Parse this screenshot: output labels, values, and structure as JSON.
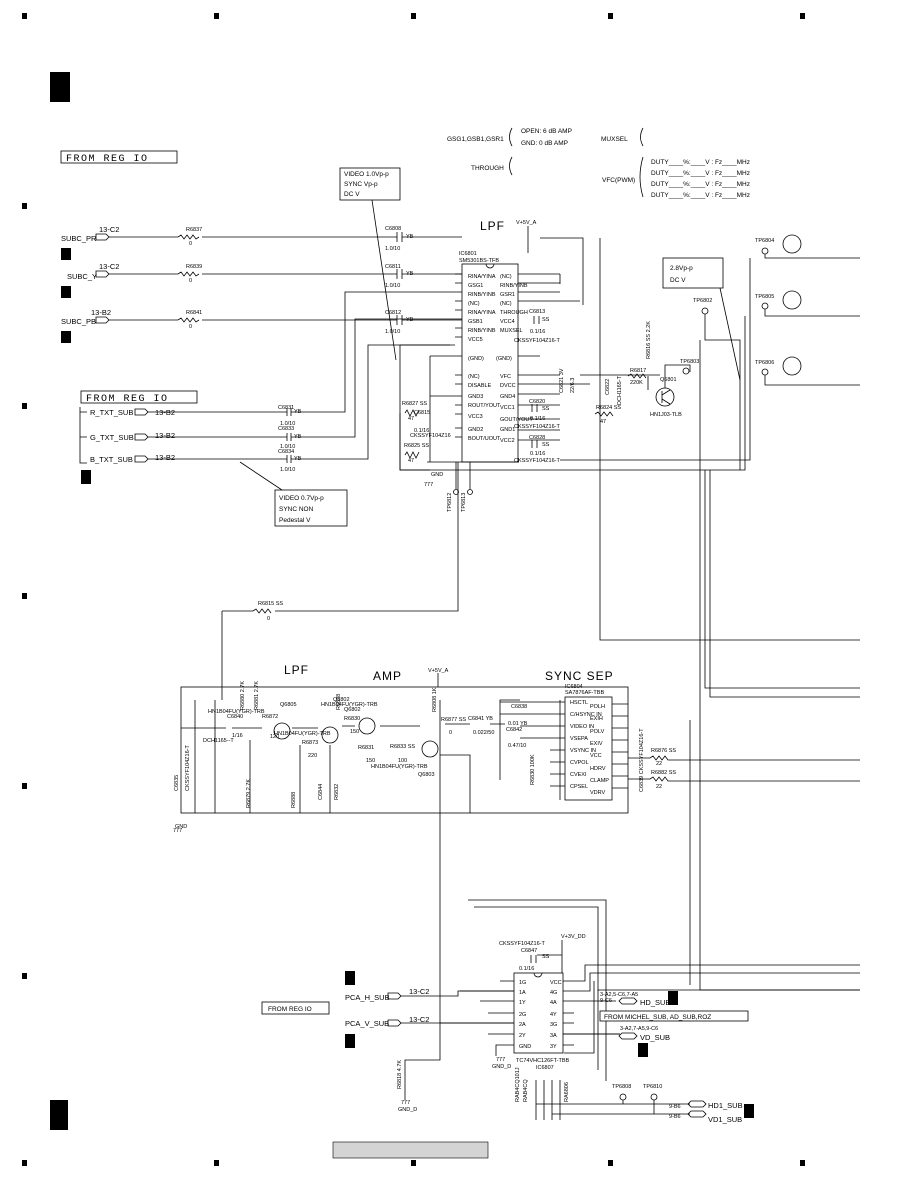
{
  "labels": {
    "from_reg_io": "FROM REG IO",
    "from_reg_io_small": "FROM REG IO",
    "lpf": "LPF",
    "amp": "AMP",
    "sync_sep": "SYNC SEP",
    "gnd": "GND",
    "gnd_sym": "777"
  },
  "notes": {
    "gsg": "GSG1,GSB1,GSR1",
    "open": "OPEN: 6 dB AMP",
    "gnd": "GND:  0 dB AMP",
    "muxsel": "MUXSEL",
    "through": "THROUGH",
    "vfc": "VFC(PWM)",
    "duty": "DUTY____%:____V : Fz____MHz",
    "video1_a": "VIDEO  1.0Vp-p",
    "video1_b": "SYNC      Vp-p",
    "video1_c": "DC          V",
    "video2_a": "VIDEO  0.7Vp-p",
    "video2_b": "SYNC      NON",
    "video2_c": "Pedestal    V",
    "vfc_a": "2.8Vp-p",
    "vfc_b": "DC    V"
  },
  "rails": {
    "v5a": "V+5V_A",
    "v3dd": "V+3V_DD",
    "gnd_sym": "777",
    "gnd_d": "GND_D"
  },
  "inputs": [
    {
      "name": "SUBC_PR",
      "ref": "13-C2",
      "res": "R6837",
      "resval": "0"
    },
    {
      "name": "SUBC_Y",
      "ref": "13-C2",
      "res": "R6839",
      "resval": "0"
    },
    {
      "name": "SUBC_PB",
      "ref": "13-B2",
      "res": "R6841",
      "resval": "0"
    }
  ],
  "caps": [
    {
      "ref": "C6808",
      "type": "YB",
      "val": "1.0/10"
    },
    {
      "ref": "C6811",
      "type": "YB",
      "val": "1.0/10"
    },
    {
      "ref": "C6812",
      "type": "YB",
      "val": "1.0/10"
    }
  ],
  "ic6801": {
    "ref": "IC6801",
    "part": "SM5301BS-TFB",
    "pins": [
      "RINA/YINA",
      "GSG1",
      "RINB/YINB",
      "(NC)",
      "RINA/YINA",
      "GSB1",
      "RINB/YINB",
      "VCC5",
      "(GND)",
      "(NC)",
      "DISABLE",
      "GND3",
      "ROUT/YOUT",
      "VCC3",
      "GND2",
      "BOUT/UOUT"
    ],
    "rpins": [
      "(NC)",
      "RINB/YINB",
      "GSR1",
      "(NC)",
      "THROUGH",
      "VCC4",
      "MUXSEL",
      "",
      "(GND)",
      "VFC",
      "DVCC",
      "GND4",
      "VCC1",
      "GOUT/YOUT",
      "GND1",
      "VCC2"
    ]
  },
  "dcaps": [
    {
      "ref": "C6813",
      "type": "SS",
      "val": "0.1/16",
      "part": "CKSSYF104Z16-T"
    },
    {
      "ref": "C6820",
      "type": "SS",
      "val": "0.1/16",
      "part": "CKSSYF104Z16-T"
    },
    {
      "ref": "C6828",
      "type": "SS",
      "val": "0.1/16",
      "part": "CKSSYF104Z16-T"
    }
  ],
  "vfc": {
    "c1": "C6821 3V",
    "c2": "22/6.3",
    "c3": "C6822",
    "c4": "DCH1165-T",
    "r6824": "R6824 SS",
    "r6824v": "47",
    "r6817": "R6817",
    "r6817v": "220K",
    "r6816": "R6816 SS 2.2K",
    "q": "Q6801",
    "qpart": "HN1J03-TLB"
  },
  "testpoints": {
    "tp6802": "TP6802",
    "tp6803": "TP6803",
    "tp6804": "TP6804",
    "tp6805": "TP6805",
    "tp6806": "TP6806",
    "tp6808": "TP6808",
    "tp6810": "TP6810",
    "tp6812": "TP6812",
    "tp6813": "TP6813"
  },
  "txt": [
    {
      "name": "R_TXT_SUB",
      "ref": "13-B2",
      "cap": "C6831",
      "capt": "YB",
      "capv": "1.0/10"
    },
    {
      "name": "G_TXT_SUB",
      "ref": "13-B2",
      "cap": "C6833",
      "capt": "YB",
      "capv": "1.0/10"
    },
    {
      "name": "B_TXT_SUB",
      "ref": "13-B2",
      "cap": "C6834",
      "capt": "YB",
      "capv": "1.0/10"
    }
  ],
  "lp": {
    "r6827": "R6827 SS",
    "r6827v": "47",
    "c6815": "C6815",
    "c6815v": "0.1/16",
    "cpart": "CKSSYF104Z16",
    "r6825": "R6825 SS",
    "r6825v": "47"
  },
  "lower": {
    "r6815": "R6815 SS",
    "r6815v": "0",
    "q6805": "Q6805",
    "q6805p": "HN1B04FU(YGR)-TRB",
    "q6802": "Q6802",
    "q6802p": "HN1B04FU(YGR)-TRB",
    "q6802b": "HN1B04FU(YGR)-TRB",
    "q6802c": "Q6802",
    "q6803p": "HN1B04FU(YGR)-TRB",
    "q6803": "Q6803",
    "c6840": "C6840",
    "c6840v": "1/16",
    "dch": "DCH1165--T",
    "r6872": "R6872",
    "r6872v": "120",
    "r6873": "R6873",
    "r6873v": "220",
    "r6830": "R6830",
    "r6830v": "150",
    "r6831": "R6831",
    "r6831v": "150",
    "r6833": "R6833 SS",
    "r6833v": "100",
    "r6877": "R6877 SS",
    "r6877v": "0",
    "c6841": "C6841 YB",
    "c6841v": "0.022/50",
    "c6838": "C6838",
    "c6838v": "0.01 YB",
    "c6842": "C6842",
    "c6842v": "0.47/10",
    "c6835": "C6835",
    "c6835v": "CKSSYF104Z16-T",
    "r6880": "R6880 2.7K",
    "r6881": "R6881 2.7K",
    "r6879": "R6879 2.7K",
    "r6888": "R6888",
    "c6844": "C6844",
    "r6832": "R6832",
    "r6828": "R6828",
    "r6808": "R6808 1K",
    "r6830b": "R6830 100K",
    "c6839": "C6839 CKSSYF104Z16-T",
    "r6876": "R6876 SS",
    "r6876v": "22",
    "r6882": "R6882 SS",
    "r6882v": "22",
    "c6847part": "CKSSYF104Z16-T",
    "c6847": "C6847",
    "c6847t": "SS",
    "c6847v": "0.1/16",
    "r6818": "R6818 4.7K"
  },
  "ic6804": {
    "ref": "IC6804",
    "part": "SA7876AF-TBB",
    "l": [
      "HSCTL",
      "C/HSYNC IN",
      "VIDEO IN",
      "VSEPA",
      "VSYNC IN",
      "CVPOL",
      "CVEXI",
      "CPSEL"
    ],
    "r": [
      "POLH",
      "EXIH",
      "POLV",
      "EXIV",
      "VCC",
      "HDRV",
      "CLAMP",
      "VDRV"
    ]
  },
  "ic6807": {
    "ref": "IC6807",
    "part": "TC74VHC126FT-TBB",
    "l": [
      "1G",
      "1A",
      "1Y",
      "2G",
      "2A",
      "2Y",
      "GND"
    ],
    "r": [
      "VCC",
      "4G",
      "4A",
      "4Y",
      "3G",
      "3A",
      "3Y"
    ],
    "arr1": "RAB4CQ101J",
    "arr2": "RAB4CQ",
    "arr3": "RA6806"
  },
  "pca": [
    {
      "name": "PCA_H_SUB",
      "ref": "13-C2"
    },
    {
      "name": "PCA_V_SUB",
      "ref": "13-C2"
    }
  ],
  "outputs": {
    "hd_ref1": "3-A2,5-C6,7-A5",
    "hd_ref2": "9-C6",
    "hd": "HD_SUB",
    "note": "FROM MICHEL_SUB, AD_SUB,ROZ",
    "vd_ref": "3-A2,7-A5,9-C6",
    "vd": "VD_SUB",
    "hd1_ref": "9-B6",
    "vd1_ref": "9-B6",
    "hd1": "HD1_SUB",
    "vd1": "VD1_SUB"
  }
}
